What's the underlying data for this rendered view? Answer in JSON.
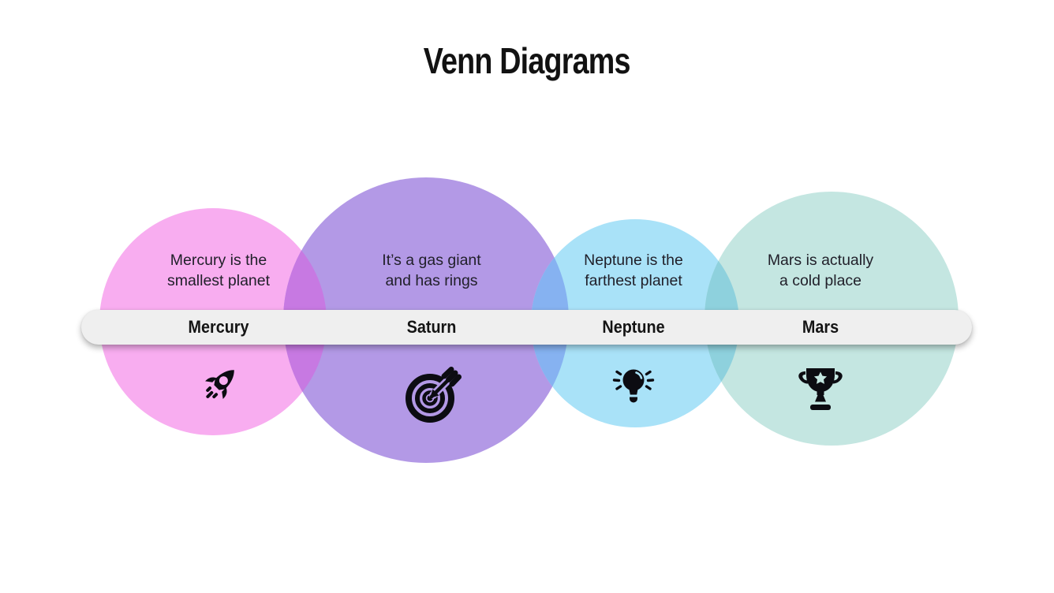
{
  "title": "Venn Diagrams",
  "colors": {
    "background": "#ffffff",
    "bar": "#efefef",
    "title_text": "#121212",
    "body_text": "#21202a",
    "icon": "#0c0c12",
    "pink": "#f8adf0",
    "purple": "#b399e6",
    "blue": "#a9e2f8",
    "teal": "#c4e6e1",
    "overlap_pink_purple": "#c779e2",
    "overlap_purple_blue": "#86b2f1",
    "overlap_blue_teal": "#8ed1dd"
  },
  "sets": [
    {
      "label": "Mercury",
      "description_line1": "Mercury is the",
      "description_line2": "smallest planet",
      "icon": "rocket-icon",
      "color": "#f8adf0"
    },
    {
      "label": "Saturn",
      "description_line1": "It’s a gas giant",
      "description_line2": "and has rings",
      "icon": "target-icon",
      "color": "#b399e6"
    },
    {
      "label": "Neptune",
      "description_line1": "Neptune is the",
      "description_line2": "farthest planet",
      "icon": "lightbulb-icon",
      "color": "#a9e2f8"
    },
    {
      "label": "Mars",
      "description_line1": "Mars is actually",
      "description_line2": "a cold place",
      "icon": "trophy-icon",
      "color": "#c4e6e1"
    }
  ]
}
